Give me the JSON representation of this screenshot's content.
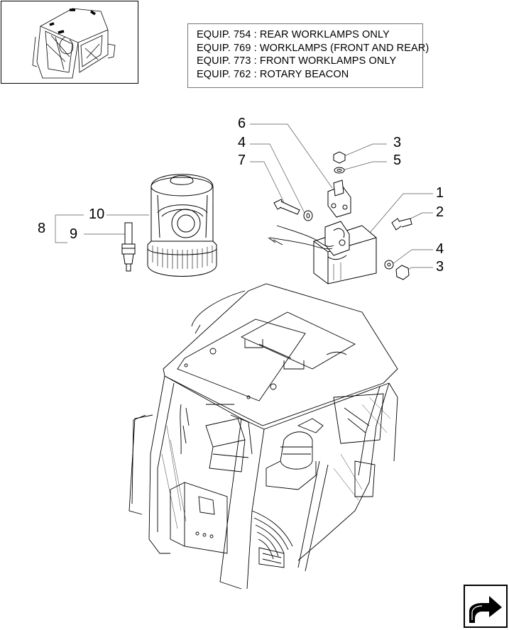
{
  "equipment_notes": [
    "EQUIP. 754 : REAR WORKLAMPS ONLY",
    "EQUIP. 769 : WORKLAMPS (FRONT AND REAR)",
    "EQUIP. 773 : FRONT WORKLAMPS ONLY",
    "EQUIP. 762 : ROTARY BEACON"
  ],
  "callouts": {
    "c1": "1",
    "c2": "2",
    "c3a": "3",
    "c3b": "3",
    "c4a": "4",
    "c4b": "4",
    "c5": "5",
    "c6": "6",
    "c7": "7",
    "c8": "8",
    "c9": "9",
    "c10": "10"
  },
  "icons": {
    "thumbnail": "cab-thumbnail-icon",
    "nav": "next-page-arrow-icon"
  }
}
